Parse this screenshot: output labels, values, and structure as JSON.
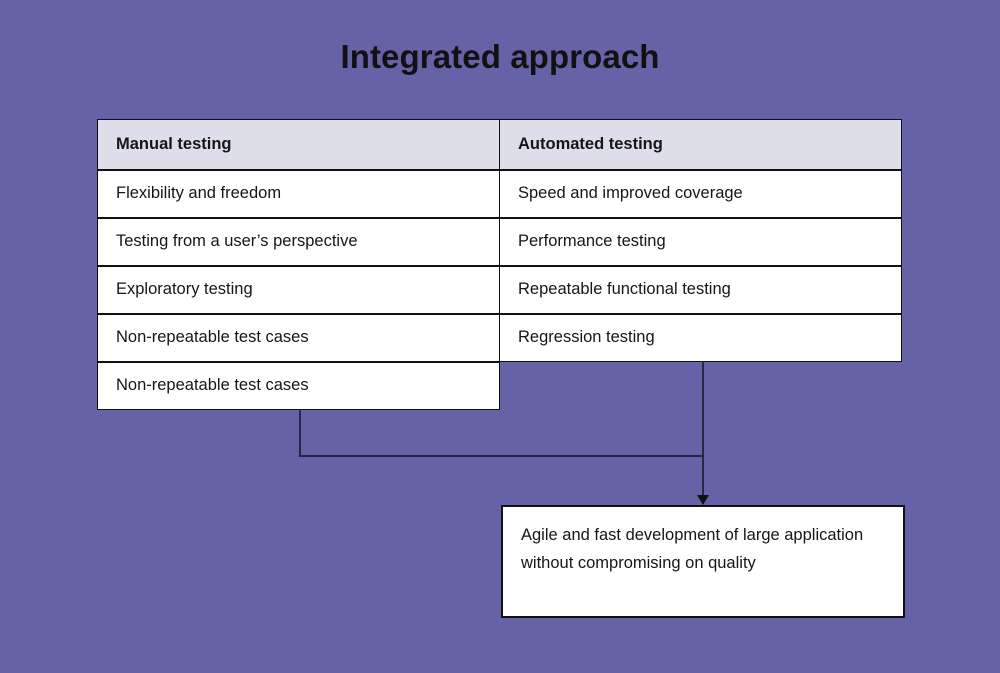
{
  "title": "Integrated approach",
  "colors": {
    "background": "#6662a8",
    "header_cell": "#dedeea",
    "cell": "#ffffff",
    "border": "#111111",
    "connector": "#2a2744",
    "text": "#161616"
  },
  "table": {
    "columns": [
      "Manual testing",
      "Automated testing"
    ],
    "rows": [
      [
        "Flexibility and freedom",
        "Speed and improved coverage"
      ],
      [
        "Testing from a user’s perspective",
        "Performance testing"
      ],
      [
        "Exploratory testing",
        "Repeatable functional testing"
      ],
      [
        "Non-repeatable test cases",
        "Regression testing"
      ],
      [
        "Non-repeatable test cases",
        null
      ]
    ]
  },
  "outcome": {
    "text": "Agile and fast development of large application without compromising on quality"
  }
}
